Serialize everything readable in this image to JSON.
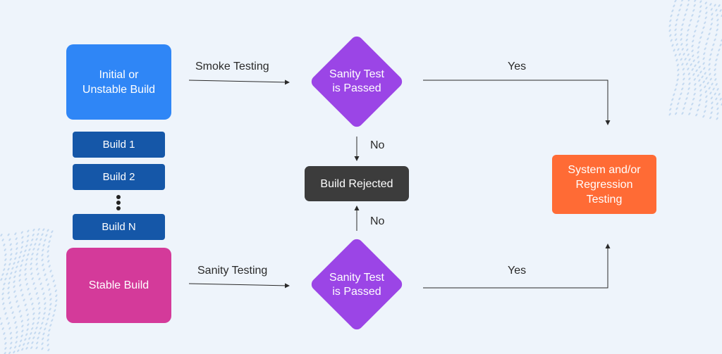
{
  "diagram": {
    "initial_build": "Initial or\nUnstable Build",
    "builds": [
      "Build 1",
      "Build 2",
      "Build N"
    ],
    "stable_build": "Stable Build",
    "decision_top": "Sanity Test\nis Passed",
    "decision_bottom": "Sanity Test\nis Passed",
    "rejected": "Build Rejected",
    "result": "System and/or\nRegression\nTesting",
    "edges": {
      "smoke_testing": "Smoke Testing",
      "sanity_testing": "Sanity Testing",
      "yes_top": "Yes",
      "yes_bottom": "Yes",
      "no_top": "No",
      "no_bottom": "No"
    }
  },
  "colors": {
    "background": "#eef4fb",
    "initial_build": "#2f86f6",
    "stable_build": "#d43a9a",
    "build_items": "#1557a8",
    "decision": "#9b45e6",
    "rejected": "#3c3c3c",
    "result": "#ff6b35"
  }
}
